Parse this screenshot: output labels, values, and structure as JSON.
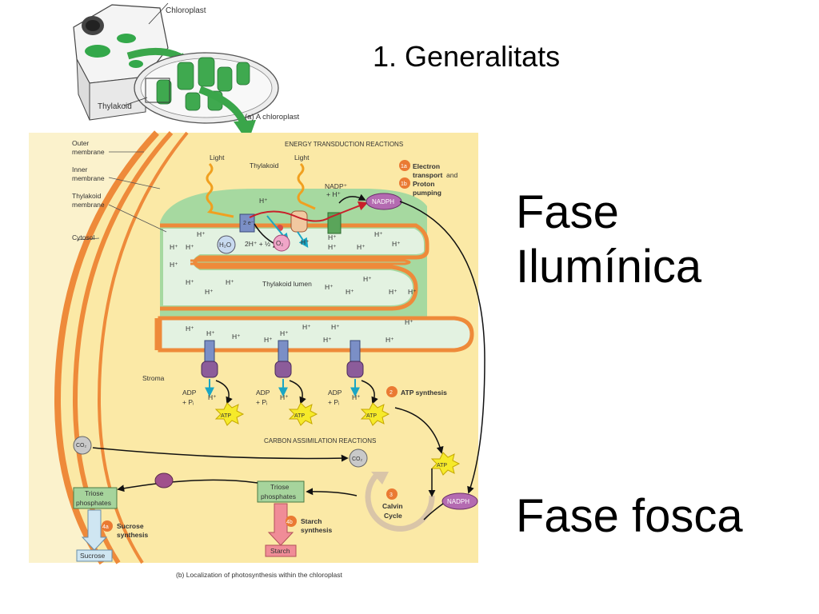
{
  "slide": {
    "title": "1. Generalitats",
    "phase_light_line1": "Fase",
    "phase_light_line2": "Ilumínica",
    "phase_dark": "Fase fosca"
  },
  "figure_a": {
    "chloroplast_label": "Chloroplast",
    "thylakoid_label": "Thylakoid",
    "caption": "(a) A chloroplast"
  },
  "figure_b": {
    "outer_membrane": [
      "Outer",
      "membrane"
    ],
    "inner_membrane": [
      "Inner",
      "membrane"
    ],
    "thylakoid_membrane": [
      "Thylakoid",
      "membrane"
    ],
    "cytosol": "Cytosol",
    "stroma": "Stroma",
    "energy_title": "ENERGY TRANSDUCTION REACTIONS",
    "carbon_title": "CARBON ASSIMILATION REACTIONS",
    "light": "Light",
    "thylakoid": "Thylakoid",
    "lumen": "Thylakoid lumen",
    "nadp_line1": "NADP⁺",
    "nadp_line2": "+ H⁺",
    "nadph": "NADPH",
    "h_plus": "H⁺",
    "h2o": "H₂O",
    "o2": "O₂",
    "two_h": "2H⁺ + ½",
    "electron": "2 e⁻",
    "adp": "ADP",
    "pi": "+ Pᵢ",
    "atp": "ATP",
    "co2": "CO₂",
    "triose": [
      "Triose",
      "phosphates"
    ],
    "sucrose": "Sucrose",
    "sucrose_synthesis": [
      "Sucrose",
      "synthesis"
    ],
    "starch": "Starch",
    "starch_synthesis": [
      "Starch",
      "synthesis"
    ],
    "calvin": [
      "Calvin",
      "Cycle"
    ],
    "caption": "(b) Localization of photosynthesis within the chloroplast",
    "legend": {
      "b1a": "1a",
      "b1b": "1b",
      "b2": "2",
      "b3": "3",
      "b4a": "4a",
      "b4b": "4b",
      "electron_transport": [
        "Electron",
        "transport",
        "and"
      ],
      "proton_pumping": [
        "Proton",
        "pumping"
      ],
      "atp_synthesis": "ATP synthesis"
    }
  },
  "colors": {
    "cytosol": "#fbe9a6",
    "membrane_orange": "#ee8a3a",
    "stroma_green": "#a6d9a0",
    "lumen": "#e3f2e1",
    "badge": "#ea7a33",
    "nadph": "#b46bb1",
    "atp": "#f6ea2a",
    "triose": "#a6d49c",
    "starch": "#f08c97"
  }
}
